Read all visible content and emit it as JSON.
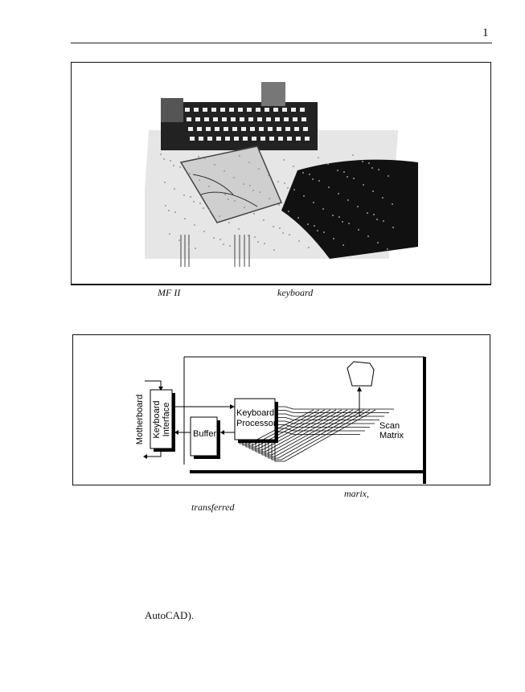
{
  "header": {
    "page_number": "1"
  },
  "figure1": {
    "caption_fragments": [
      "MF II",
      "keyboard"
    ]
  },
  "figure2": {
    "labels": {
      "motherboard": "Motherboard",
      "keyboard_interface": [
        "Keyboard",
        "Interface"
      ],
      "buffer": "Buffer",
      "keyboard_processor": [
        "Keyboard",
        "Processor"
      ],
      "scan_matrix": [
        "Scan",
        "Matrix"
      ]
    },
    "caption_fragments": [
      "marix,",
      "transferred"
    ]
  },
  "body": {
    "text_fragments": [
      "AutoCAD)."
    ]
  }
}
